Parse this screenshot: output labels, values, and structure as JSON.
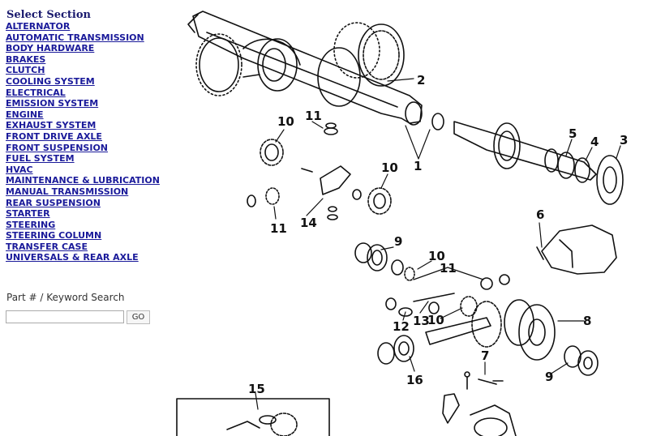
{
  "sidebar": {
    "title": "Select Section",
    "items": [
      {
        "label": "ALTERNATOR"
      },
      {
        "label": "AUTOMATIC TRANSMISSION"
      },
      {
        "label": "BODY HARDWARE"
      },
      {
        "label": "BRAKES"
      },
      {
        "label": "CLUTCH"
      },
      {
        "label": "COOLING SYSTEM"
      },
      {
        "label": "ELECTRICAL"
      },
      {
        "label": "EMISSION SYSTEM"
      },
      {
        "label": "ENGINE"
      },
      {
        "label": "EXHAUST SYSTEM"
      },
      {
        "label": "FRONT DRIVE AXLE"
      },
      {
        "label": "FRONT SUSPENSION"
      },
      {
        "label": "FUEL SYSTEM"
      },
      {
        "label": "HVAC"
      },
      {
        "label": "MAINTENANCE & LUBRICATION"
      },
      {
        "label": "MANUAL TRANSMISSION"
      },
      {
        "label": "REAR SUSPENSION"
      },
      {
        "label": "STARTER"
      },
      {
        "label": "STEERING"
      },
      {
        "label": "STEERING COLUMN"
      },
      {
        "label": "TRANSFER CASE"
      },
      {
        "label": "UNIVERSALS & REAR AXLE"
      }
    ]
  },
  "search": {
    "label": "Part # / Keyword Search",
    "value": "",
    "placeholder": "",
    "button_label": "GO"
  },
  "diagram": {
    "callouts": {
      "c1": "1",
      "c2": "2",
      "c3": "3",
      "c4": "4",
      "c5": "5",
      "c6": "6",
      "c7": "7",
      "c8": "8",
      "c9a": "9",
      "c9b": "9",
      "c10a": "10",
      "c10b": "10",
      "c10c": "10",
      "c10d": "10",
      "c11a": "11",
      "c11b": "11",
      "c11c": "11",
      "c12": "12",
      "c13": "13",
      "c14": "14",
      "c15": "15",
      "c16": "16"
    }
  }
}
